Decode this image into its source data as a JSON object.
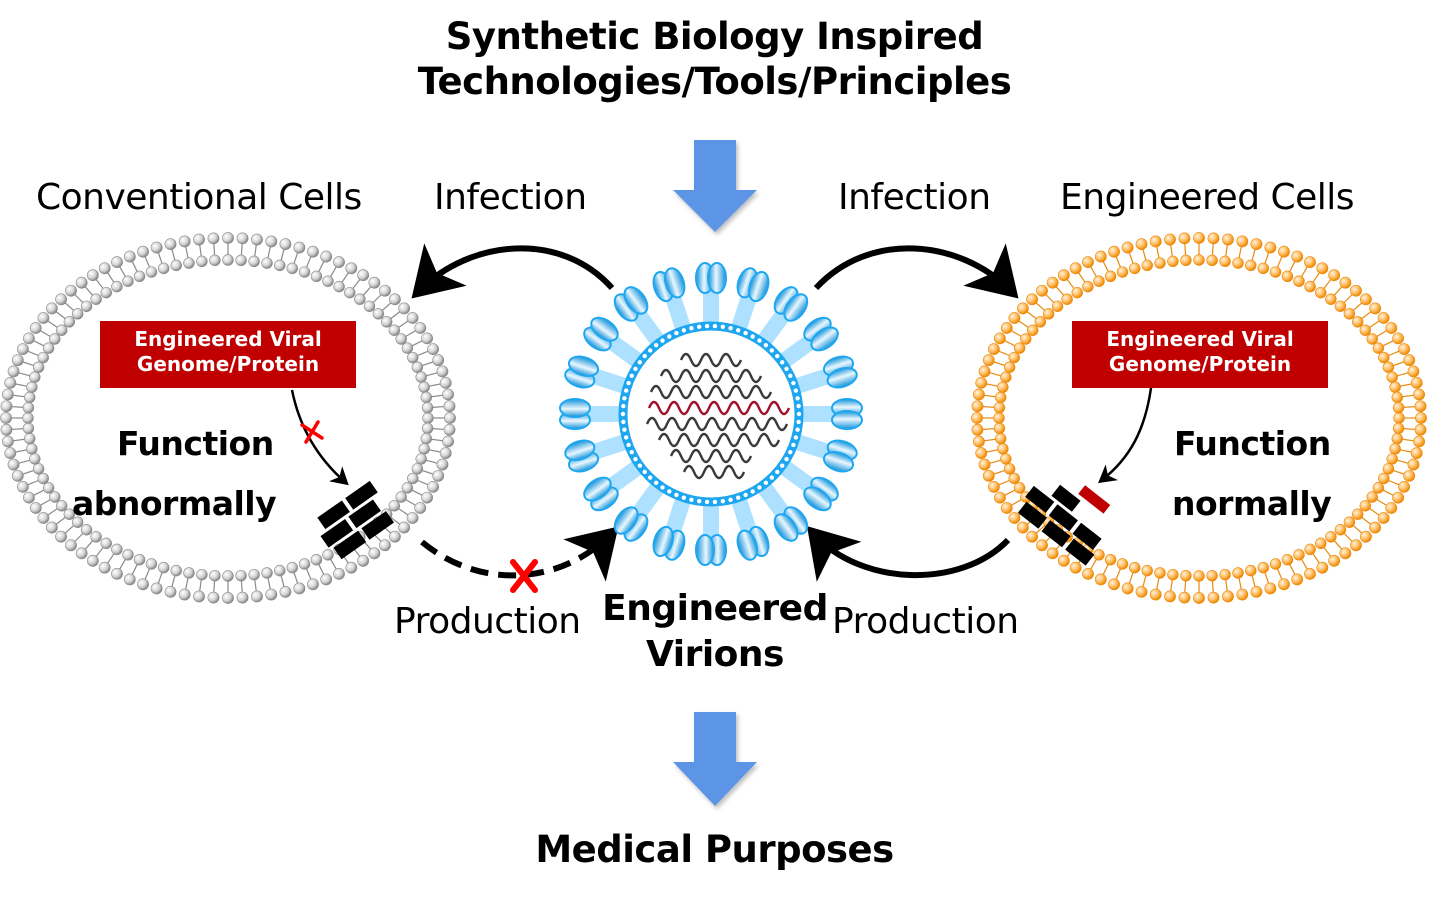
{
  "title": {
    "line1": "Synthetic Biology Inspired",
    "line2": "Technologies/Tools/Principles"
  },
  "left_cell": {
    "heading": "Conventional Cells",
    "box_line1": "Engineered Viral",
    "box_line2": "Genome/Protein",
    "status_line1": "Function",
    "status_line2": "abnormally",
    "membrane_color": "#b8b8b8",
    "blocked": true
  },
  "right_cell": {
    "heading": "Engineered Cells",
    "box_line1": "Engineered Viral",
    "box_line2": "Genome/Protein",
    "status_line1": "Function",
    "status_line2": "normally",
    "membrane_color": "#ff9c1a",
    "blocked": false
  },
  "center": {
    "label_line1": "Engineered",
    "label_line2": "Virions",
    "capsid_color": "#1ea7f0",
    "spike_color": "#1ea7f0",
    "genome_color": "#3a3a3a",
    "highlight_genome_color": "#a0102a"
  },
  "arrows": {
    "infection_left": "Infection",
    "infection_right": "Infection",
    "production_left": "Production",
    "production_right": "Production"
  },
  "outcome": "Medical Purposes",
  "colors": {
    "flow_arrow": "#5b95e6",
    "box_red": "#c00000",
    "block_x": "#ff0000",
    "protein_black": "#000000",
    "protein_red": "#c00000"
  }
}
